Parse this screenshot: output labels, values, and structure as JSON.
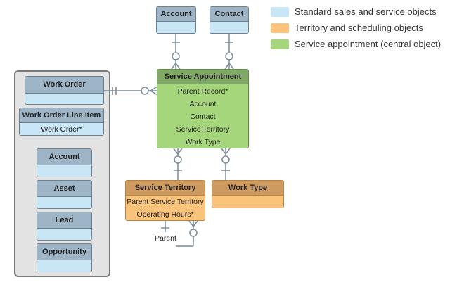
{
  "legend": [
    {
      "label": "Standard sales and service objects",
      "color": "#c8e6f5"
    },
    {
      "label": "Territory and scheduling objects",
      "color": "#f9c37c"
    },
    {
      "label": "Service appointment (central object)",
      "color": "#a6d67c"
    }
  ],
  "entities": {
    "account_top": {
      "title": "Account"
    },
    "contact_top": {
      "title": "Contact"
    },
    "service_appointment": {
      "title": "Service Appointment",
      "fields": [
        "Parent Record*",
        "Account",
        "Contact",
        "Service Territory",
        "Work Type"
      ]
    },
    "work_order": {
      "title": "Work Order"
    },
    "work_order_line_item": {
      "title": "Work Order Line Item",
      "fields": [
        "Work Order*"
      ]
    },
    "account_group": {
      "title": "Account"
    },
    "asset": {
      "title": "Asset"
    },
    "lead": {
      "title": "Lead"
    },
    "opportunity": {
      "title": "Opportunity"
    },
    "service_territory": {
      "title": "Service Territory",
      "fields": [
        "Parent Service Territory",
        "Operating Hours*"
      ]
    },
    "work_type": {
      "title": "Work Type"
    }
  },
  "relationships": {
    "self_reference_label": "Parent"
  }
}
